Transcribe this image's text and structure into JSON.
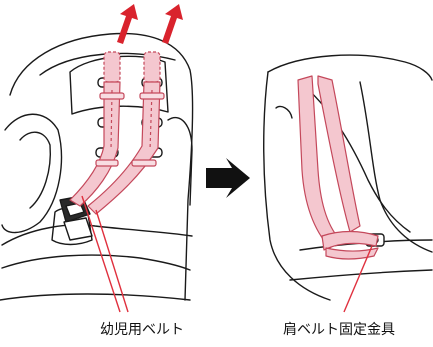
{
  "labels": {
    "infant_belt": "幼児用ベルト",
    "shoulder_belt_clip": "肩ベルト固定金具"
  },
  "icons": {
    "pull_arrows": "arrow-up-right-icon",
    "step_arrow": "arrow-right-icon",
    "leader_lines": "leader-line"
  },
  "colors": {
    "belt_fill": "#f4c7cf",
    "belt_stroke": "#c4485b",
    "arrow_red": "#d9232d",
    "leader_red": "#e0303e",
    "line_art": "#1a1a1a"
  }
}
